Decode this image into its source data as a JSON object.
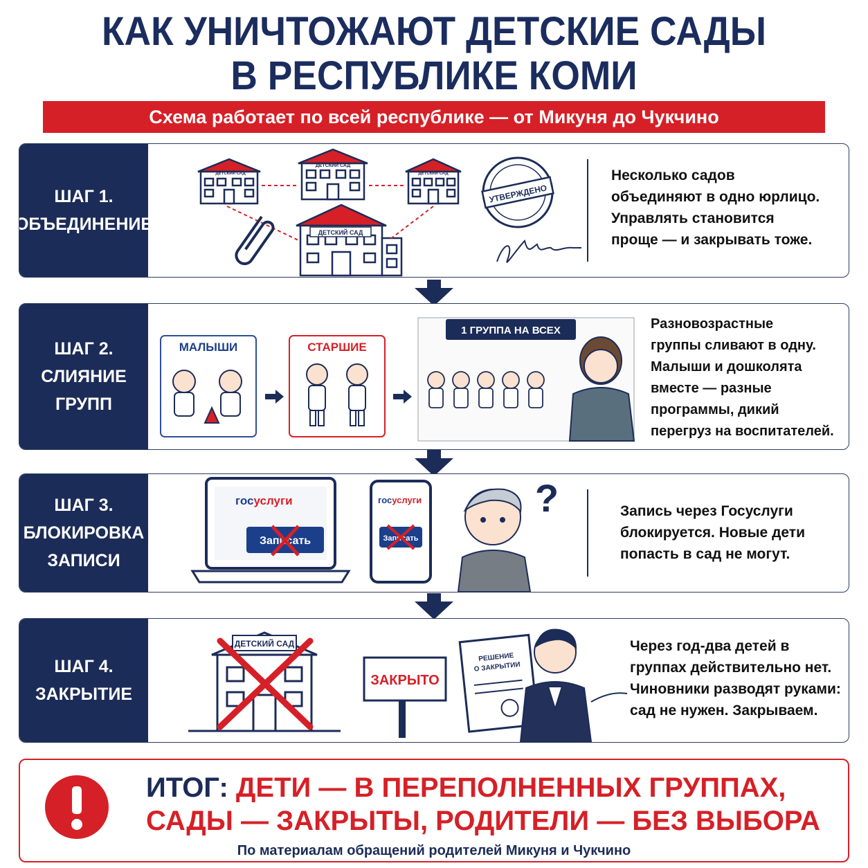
{
  "header": {
    "title_line1": "КАК УНИЧТОЖАЮТ ДЕТСКИЕ САДЫ",
    "title_line2": "В РЕСПУБЛИКЕ КОМИ",
    "subtitle": "Схема работает по всей республике — от Микуня до Чукчино"
  },
  "steps": [
    {
      "label_line1": "ШАГ 1.",
      "label_line2": "ОБЪЕДИНЕНИЕ",
      "label_line3": "",
      "text_lines": [
        "Несколько садов",
        "объединяют в одно юрлицо.",
        "Управлять становится",
        "проще — и закрывать тоже."
      ],
      "illustration": {
        "building_small_label": "ДЕТСКИЙ САД",
        "building_main_label": "ДЕТСКИЙ САД",
        "stamp_label": "УТВЕРЖДЕНО",
        "icons": [
          "kindergarten-building-icon",
          "paperclip-icon",
          "stamp-icon",
          "signature-icon"
        ]
      }
    },
    {
      "label_line1": "ШАГ 2.",
      "label_line2": "СЛИЯНИЕ",
      "label_line3": "ГРУПП",
      "text_lines": [
        "Разновозрастные",
        "группы сливают в одну.",
        "Малыши и дошколята",
        "вместе — разные",
        "программы, дикий",
        "перегруз на воспитателей."
      ],
      "illustration": {
        "box1_label": "МАЛЫШИ",
        "box2_label": "СТАРШИЕ",
        "banner_label": "1 ГРУППА НА ВСЕХ",
        "icons": [
          "toddlers-icon",
          "children-icon",
          "group-of-children-icon",
          "tired-teacher-icon"
        ]
      }
    },
    {
      "label_line1": "ШАГ 3.",
      "label_line2": "БЛОКИРОВКА",
      "label_line3": "ЗАПИСИ",
      "text_lines": [
        "Запись через Госуслуги",
        "блокируется. Новые дети",
        "попасть в сад не могут."
      ],
      "illustration": {
        "gos_prefix": "гос",
        "gos_suffix": "услуги",
        "button_label": "Записать",
        "question_mark": "?",
        "icons": [
          "laptop-icon",
          "phone-icon",
          "confused-child-icon",
          "red-cross-icon"
        ]
      }
    },
    {
      "label_line1": "ШАГ 4.",
      "label_line2": "ЗАКРЫТИЕ",
      "label_line3": "",
      "text_lines": [
        "Через год-два детей в",
        "группах действительно нет.",
        "Чиновники разводят руками:",
        "сад не нужен. Закрываем."
      ],
      "illustration": {
        "building_label": "ДЕТСКИЙ САД",
        "sign_label": "ЗАКРЫТО",
        "doc_line1": "РЕШЕНИЕ",
        "doc_line2": "О ЗАКРЫТИИ",
        "icons": [
          "crossed-building-icon",
          "closed-sign-icon",
          "decision-document-icon",
          "official-icon"
        ]
      }
    }
  ],
  "result": {
    "itog_label": "ИТОГ:",
    "line1": "ДЕТИ — В ПЕРЕПОЛНЕННЫХ ГРУППАХ,",
    "line2": "САДЫ — ЗАКРЫТЫ, РОДИТЕЛИ — БЕЗ ВЫБОРА",
    "icon": "exclamation-icon"
  },
  "footer": {
    "source": "По материалам обращений родителей Микуня и Чукчино"
  },
  "colors": {
    "navy": "#1c2c58",
    "red": "#d62027",
    "white": "#ffffff"
  }
}
